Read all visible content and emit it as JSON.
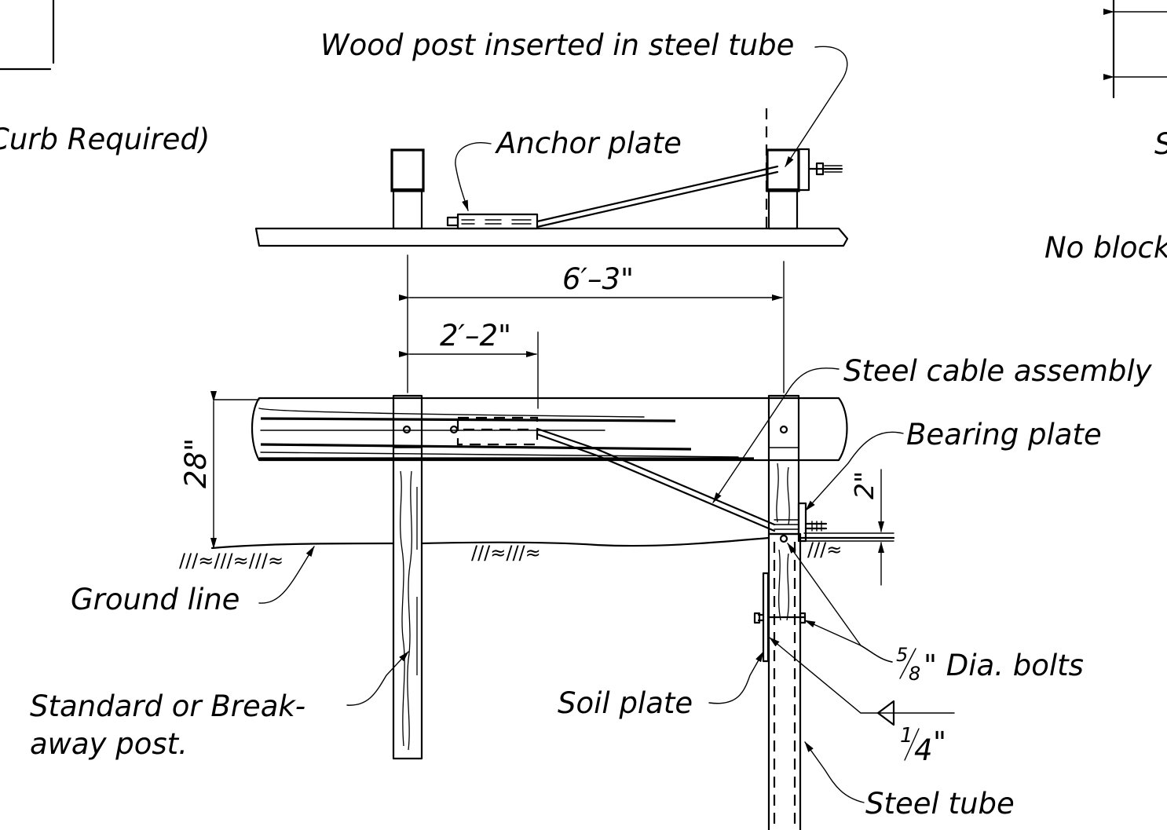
{
  "labels": {
    "wood_post_in_tube": "Wood post inserted in steel tube",
    "curb_required": "Curb Required)",
    "anchor_plate": "Anchor plate",
    "no_block": "No block",
    "dim_overall": "6′–3\"",
    "dim_partial": "2′–2\"",
    "steel_cable_assembly": "Steel cable assembly",
    "bearing_plate": "Bearing plate",
    "dim_height": "28\"",
    "dim_two_inch": "2\"",
    "ground_line": "Ground line",
    "standard_post_line1": "Standard or Break-",
    "standard_post_line2": "away post.",
    "bolts_fraction_num": "5",
    "bolts_fraction_den": "8",
    "bolts_label": "\" Dia. bolts",
    "soil_plate": "Soil plate",
    "weld_num": "1",
    "weld_den": "4",
    "weld_unit": "\"",
    "steel_tube": "Steel tube",
    "partial_right_letter": "S"
  },
  "colors": {
    "line": "#000000",
    "background": "#ffffff"
  }
}
